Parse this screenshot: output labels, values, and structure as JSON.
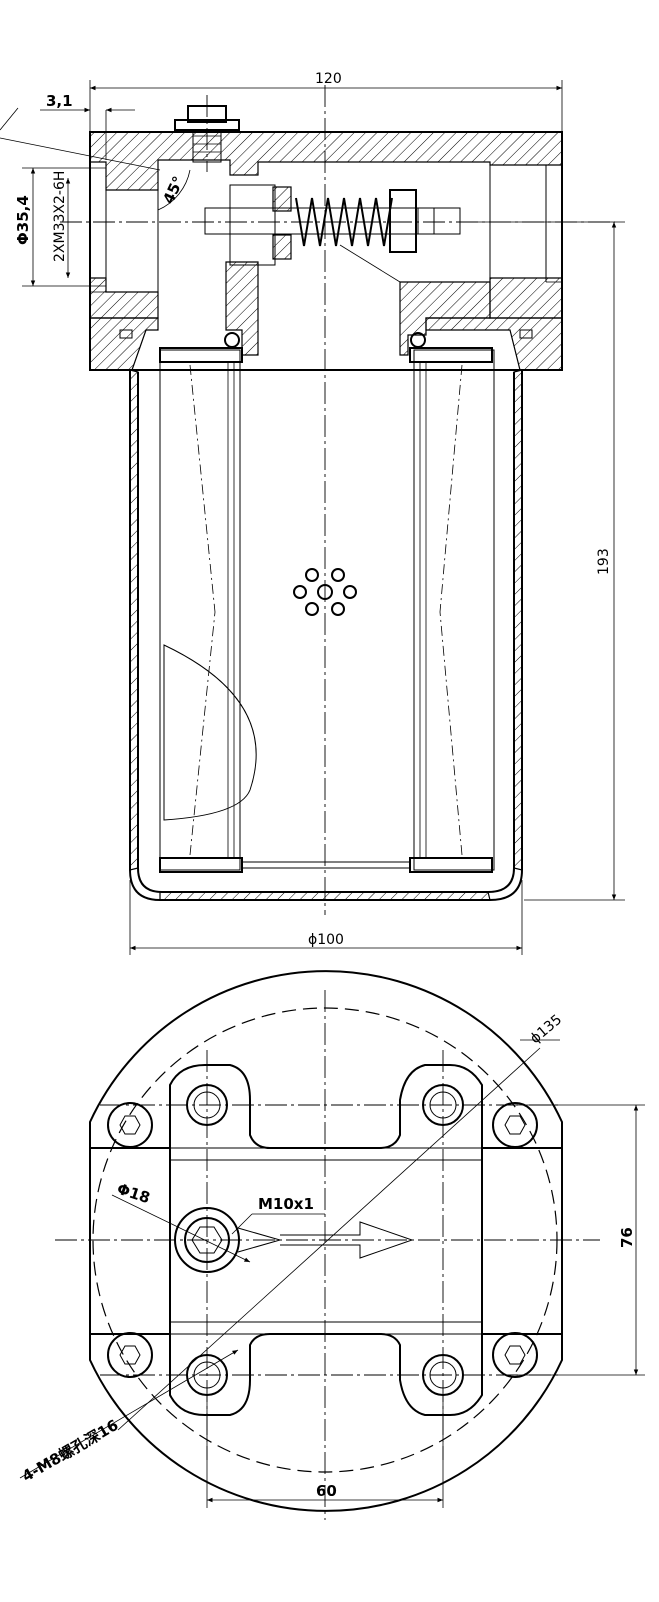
{
  "dimensions": {
    "overall_width": "120",
    "offset": "3,1",
    "port_diameter": "Φ35,4",
    "thread_spec": "2XM33X2-6H",
    "chamfer_angle": "45°",
    "height": "193",
    "bowl_diameter": "ϕ100",
    "flange_diameter": "ϕ135",
    "hex_diameter": "Φ18",
    "plug_thread": "M10x1",
    "bolt_spacing_v": "76",
    "bolt_spacing_h": "60",
    "mount_holes": "4-M8螺孔深16"
  }
}
